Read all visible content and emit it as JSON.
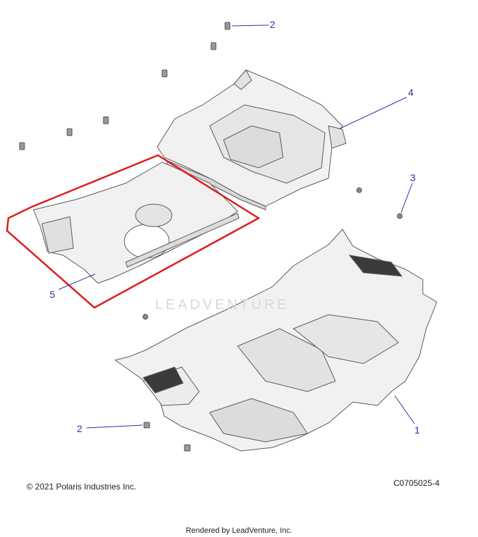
{
  "callouts": {
    "c2_top": "2",
    "c4": "4",
    "c3": "3",
    "c5": "5",
    "c2_bottom": "2",
    "c1": "1"
  },
  "footer": {
    "copyright": "© 2021 Polaris Industries Inc.",
    "diagram_code": "C0705025-4",
    "rendered_by": "Rendered by LeadVenture, Inc."
  },
  "watermark": {
    "text": "LEADVENTURE"
  },
  "colors": {
    "callout": "#2433a8",
    "highlight": "#e01b1b",
    "part_fill": "#f1f1f1",
    "part_stroke": "#5a5a5a",
    "mat": "#3a3a3a"
  }
}
